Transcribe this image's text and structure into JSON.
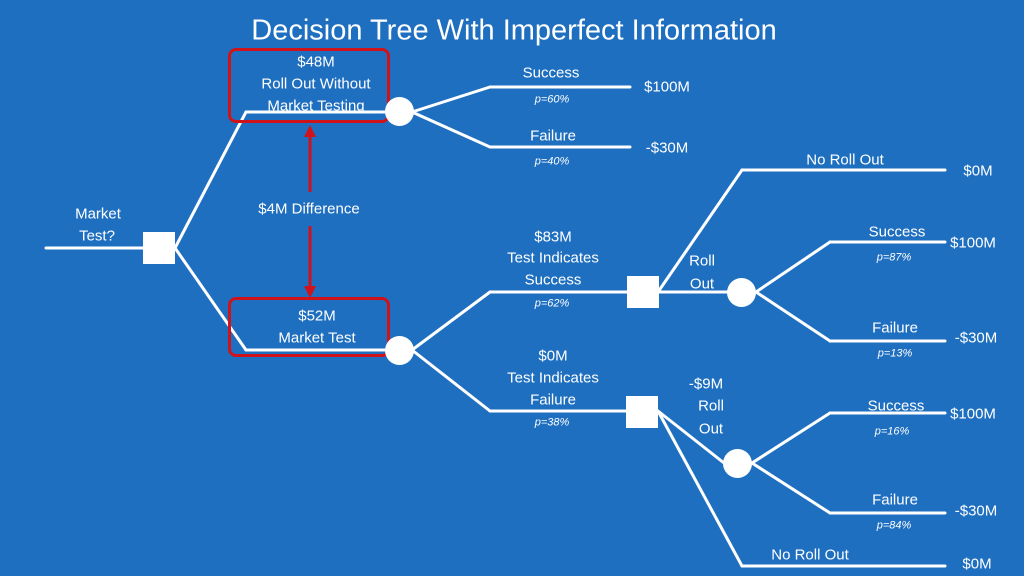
{
  "title": "Decision Tree With Imperfect Information",
  "colors": {
    "background": "#1f6fc0",
    "lines": "#ffffff",
    "highlight": "#d0121b"
  },
  "root": {
    "label_line1": "Market",
    "label_line2": "Test?"
  },
  "roll_out_no_test": {
    "value": "$48M",
    "label_line1": "Roll Out Without",
    "label_line2": "Market Testing",
    "success": {
      "label": "Success",
      "prob": "p=60%",
      "payoff": "$100M"
    },
    "failure": {
      "label": "Failure",
      "prob": "p=40%",
      "payoff": "-$30M"
    }
  },
  "difference": "$4M Difference",
  "market_test": {
    "value": "$52M",
    "label": "Market Test",
    "indicates_success": {
      "value": "$83M",
      "label_line1": "Test Indicates",
      "label_line2": "Success",
      "prob": "p=62%",
      "roll_out_line1": "Roll",
      "roll_out_line2": "Out",
      "no_roll_out": {
        "label": "No Roll Out",
        "payoff": "$0M"
      },
      "success": {
        "label": "Success",
        "prob": "p=87%",
        "payoff": "$100M"
      },
      "failure": {
        "label": "Failure",
        "prob": "p=13%",
        "payoff": "-$30M"
      }
    },
    "indicates_failure": {
      "value": "$0M",
      "label_line1": "Test Indicates",
      "label_line2": "Failure",
      "prob": "p=38%",
      "roll_out_value": "-$9M",
      "roll_out_line1": "Roll",
      "roll_out_line2": "Out",
      "success": {
        "label": "Success",
        "prob": "p=16%",
        "payoff": "$100M"
      },
      "failure": {
        "label": "Failure",
        "prob": "p=84%",
        "payoff": "-$30M"
      },
      "no_roll_out": {
        "label": "No Roll Out",
        "payoff": "$0M"
      }
    }
  }
}
